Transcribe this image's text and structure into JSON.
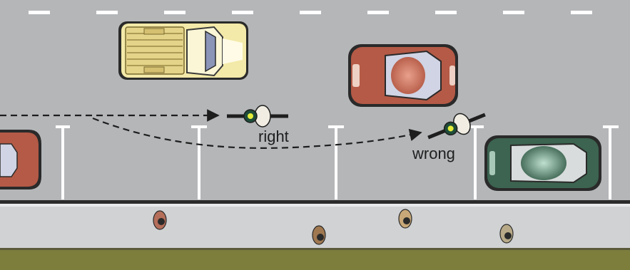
{
  "labels": {
    "right": "right",
    "wrong": "wrong"
  },
  "colors": {
    "road": "#b4b6b8",
    "lane_dash": "#ffffff",
    "parking_line": "#ffffff",
    "curb": "#2b2b2b",
    "sidewalk": "#d0d2d4",
    "grass": "#7d7e3c",
    "path_line": "#1e1e1e",
    "truck": "#f3e9a8",
    "red_car": "#b45a46",
    "green_car": "#3c6450",
    "cyclist_helmet": "#e4ee3a"
  },
  "paths": [
    "right-path",
    "wrong-path"
  ],
  "icons": [
    "pickup-truck-icon",
    "red-car-icon",
    "parked-red-car-icon",
    "parked-green-car-icon",
    "cyclist-icon",
    "pedestrian-icon"
  ]
}
